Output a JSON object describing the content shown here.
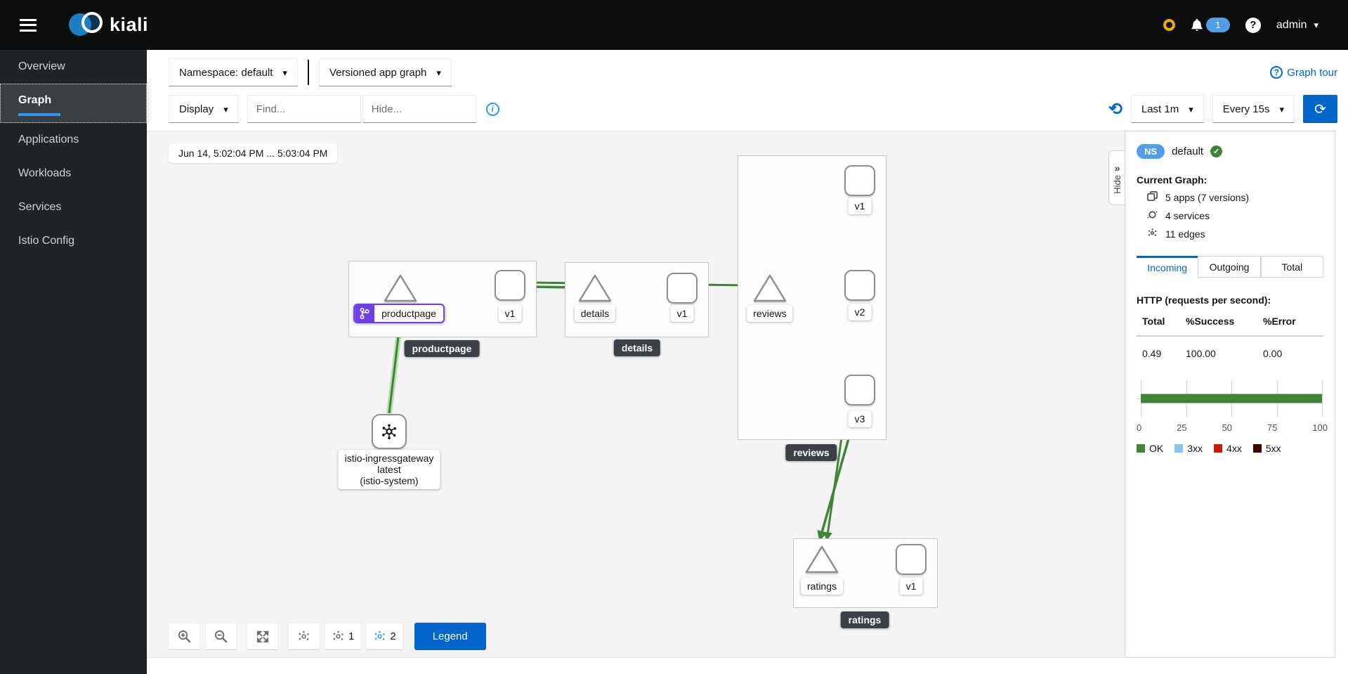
{
  "topbar": {
    "brand": "kiali",
    "user": "admin",
    "notification_count": "1"
  },
  "sidebar": {
    "items": [
      {
        "label": "Overview"
      },
      {
        "label": "Graph"
      },
      {
        "label": "Applications"
      },
      {
        "label": "Workloads"
      },
      {
        "label": "Services"
      },
      {
        "label": "Istio Config"
      }
    ]
  },
  "toolbar": {
    "namespace_dropdown": "Namespace: default",
    "graph_type_dropdown": "Versioned app graph",
    "graph_tour_label": "Graph tour",
    "display_dropdown": "Display",
    "find_placeholder": "Find...",
    "hide_placeholder": "Hide...",
    "duration_dropdown": "Last 1m",
    "interval_dropdown": "Every 15s"
  },
  "canvas": {
    "time_range": "Jun 14, 5:02:04 PM ... 5:03:04 PM",
    "legend_button": "Legend",
    "layout_badge_1": "1",
    "layout_badge_2": "2"
  },
  "graph": {
    "groups": {
      "productpage": "productpage",
      "details": "details",
      "reviews": "reviews",
      "ratings": "ratings"
    },
    "nodes": {
      "productpage_app": "productpage",
      "productpage_v1": "v1",
      "details_app": "details",
      "details_v1": "v1",
      "reviews_app": "reviews",
      "reviews_v1": "v1",
      "reviews_v2": "v2",
      "reviews_v3": "v3",
      "ratings_app": "ratings",
      "ratings_v1": "v1",
      "ingress_line1": "istio-ingressgateway",
      "ingress_line2": "latest",
      "ingress_line3": "(istio-system)"
    }
  },
  "side_panel": {
    "hide_label": "Hide",
    "ns_badge": "NS",
    "namespace": "default",
    "current_graph_label": "Current Graph:",
    "stats": {
      "apps": "5 apps (7 versions)",
      "services": "4 services",
      "edges": "11 edges"
    },
    "tabs": [
      {
        "label": "Incoming"
      },
      {
        "label": "Outgoing"
      },
      {
        "label": "Total"
      }
    ],
    "http_title": "HTTP (requests per second):",
    "table": {
      "headers": [
        "Total",
        "%Success",
        "%Error"
      ],
      "values": [
        "0.49",
        "100.00",
        "0.00"
      ]
    }
  },
  "chart_data": {
    "type": "bar",
    "orientation": "horizontal",
    "title": "HTTP traffic by status",
    "xlim": [
      0,
      100
    ],
    "ticks": [
      "0",
      "25",
      "50",
      "75",
      "100"
    ],
    "grid": true,
    "legend_position": "bottom",
    "series": [
      {
        "name": "OK",
        "value": 100,
        "color": "#3e8635"
      },
      {
        "name": "3xx",
        "value": 0,
        "color": "#8bc1f7"
      },
      {
        "name": "4xx",
        "value": 0,
        "color": "#c9190b"
      },
      {
        "name": "5xx",
        "value": 0,
        "color": "#470000"
      }
    ]
  },
  "icons": {
    "caret_down": "▾",
    "chevron_double": "»",
    "question": "?",
    "info": "i",
    "history": "⟲",
    "sync": "⟳",
    "check": "✓"
  },
  "colors": {
    "accent_blue": "#0066cc",
    "light_blue": "#2b9af3",
    "badge_blue": "#519de9",
    "edge_green": "#3e8635",
    "selected_purple": "#703fec",
    "warning_orange": "#f0ab00"
  }
}
